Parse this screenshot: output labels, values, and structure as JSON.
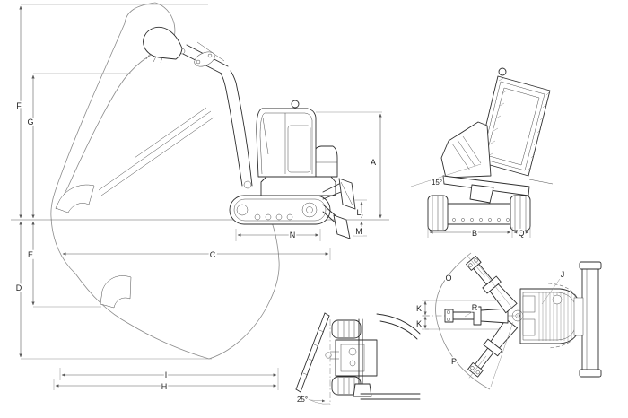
{
  "title": "excavator-dimension-diagram",
  "colors": {
    "background": "#ffffff",
    "machine_line": "#2e2e2e",
    "envelope_line": "#8a8a8a",
    "dimension_line": "#5a5a5a",
    "label_text": "#1f1f1f"
  },
  "views": {
    "side": {
      "description": "side working range view",
      "dim_labels": {
        "F": "F",
        "G": "G",
        "E": "E",
        "D": "D",
        "C": "C",
        "N": "N",
        "L": "L",
        "M": "M",
        "A": "A",
        "I": "I",
        "H": "H"
      }
    },
    "rear": {
      "description": "rear tilt view",
      "angle_label": "15°",
      "dim_labels": {
        "B": "B",
        "Q": "Q"
      }
    },
    "plan": {
      "description": "top swing range view",
      "dim_labels": {
        "O": "O",
        "P": "P",
        "J": "J",
        "K1": "K",
        "K2": "K",
        "R": "R"
      }
    },
    "blade": {
      "description": "blade angle top view",
      "angle_label": "25°"
    }
  }
}
